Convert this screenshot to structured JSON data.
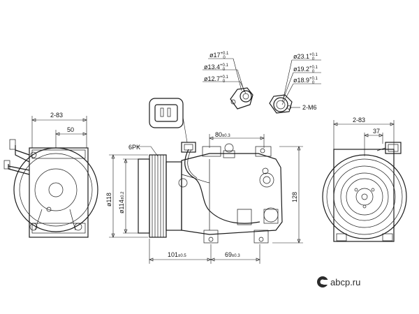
{
  "dimensions": {
    "top_left_width": "2-83",
    "top_left_inner": "50",
    "side_height_outer": "118",
    "side_height_inner": "114",
    "side_height_inner_tol": "±0.2",
    "belt": "6PK",
    "mount_spacing": "80",
    "mount_spacing_tol": "±0.3",
    "right_height": "128",
    "bottom_length": "101",
    "bottom_length_tol": "±0.5",
    "bottom_offset": "69",
    "bottom_offset_tol": "±0.3",
    "right_view_width": "2-83",
    "right_view_inner": "37",
    "port_thread": "2-M6"
  },
  "left_port": {
    "d1": "17",
    "d1_tol": "+0.1",
    "d1_tol2": "0",
    "d2": "13.4",
    "d2_tol": "+0.1",
    "d2_tol2": "0",
    "d3": "12.7",
    "d3_tol": "+0.1",
    "d3_tol2": "0"
  },
  "right_port": {
    "d1": "23.1",
    "d1_tol": "+0.1",
    "d1_tol2": "0",
    "d2": "19.2",
    "d2_tol": "+0.1",
    "d2_tol2": "0",
    "d3": "18.9",
    "d3_tol": "+0.1",
    "d3_tol2": "0"
  },
  "symbols": {
    "diameter": "ø"
  },
  "watermark": "abcp.ru",
  "colors": {
    "line": "#1a1a1a",
    "background": "#ffffff",
    "watermark": "#2b2b2b"
  }
}
